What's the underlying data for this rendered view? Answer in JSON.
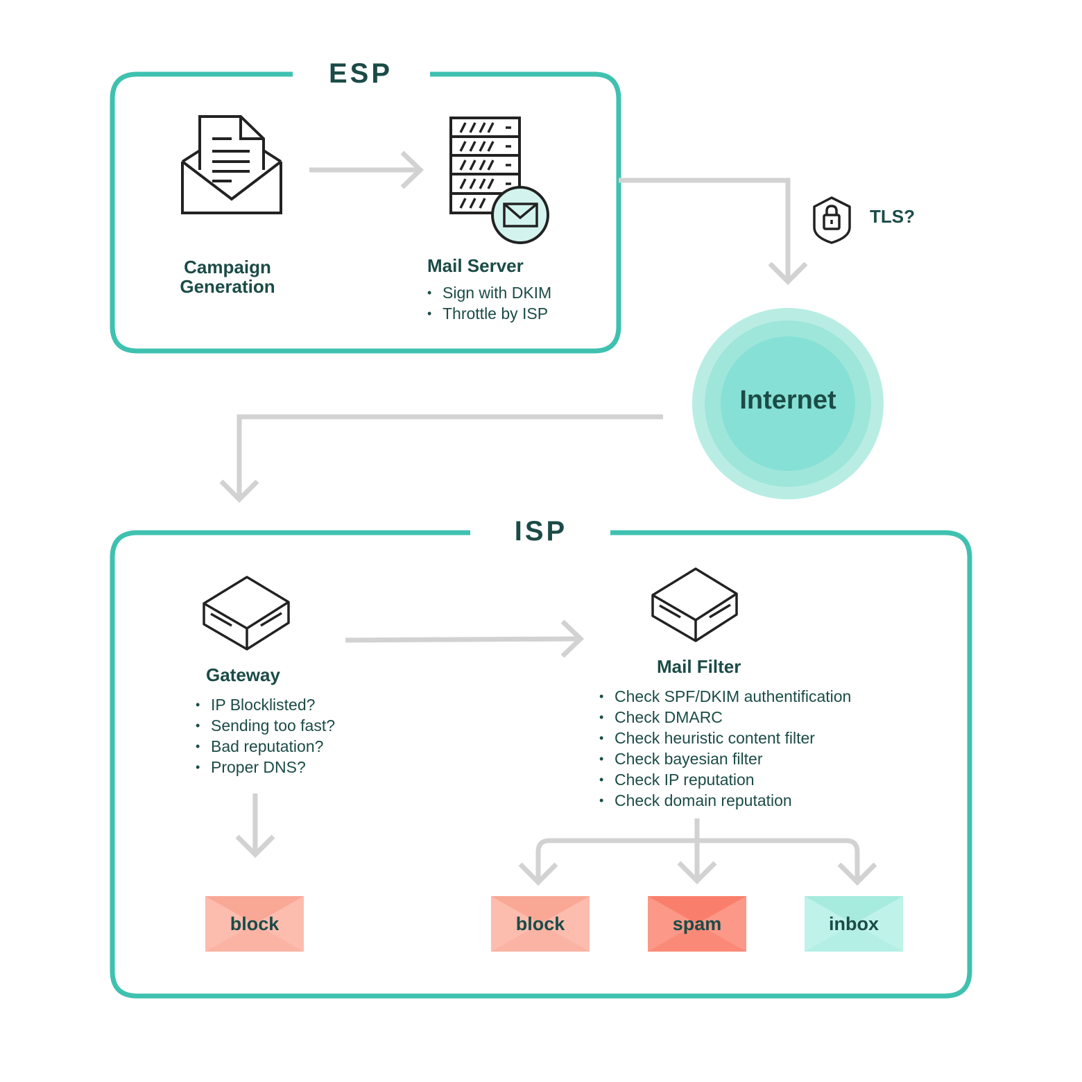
{
  "esp": {
    "heading": "ESP"
  },
  "isp": {
    "heading": "ISP"
  },
  "campaign": {
    "title": "Campaign Generation",
    "icon": "envelope-document-icon"
  },
  "mail_server": {
    "title": "Mail Server",
    "icon": "server-rack-mail-icon",
    "items": [
      "Sign with DKIM",
      "Throttle by ISP"
    ]
  },
  "tls": {
    "label": "TLS?",
    "icon": "shield-lock-icon"
  },
  "internet": {
    "label": "Internet"
  },
  "gateway": {
    "title": "Gateway",
    "icon": "gateway-box-icon",
    "items": [
      "IP Blocklisted?",
      "Sending too fast?",
      "Bad reputation?",
      "Proper DNS?"
    ]
  },
  "mail_filter": {
    "title": "Mail Filter",
    "icon": "filter-box-icon",
    "items": [
      "Check SPF/DKIM authentification",
      "Check DMARC",
      "Check heuristic content filter",
      "Check bayesian filter",
      "Check IP reputation",
      "Check domain reputation"
    ]
  },
  "outcomes": {
    "gateway_block": "block",
    "filter_block": "block",
    "filter_spam": "spam",
    "filter_inbox": "inbox"
  },
  "colors": {
    "frame": "#3fc1b0",
    "text": "#1b4b47",
    "arrow": "#d2d2d2",
    "internet": "#86e0d5",
    "block": "#fbb3a4",
    "spam": "#fa8a77",
    "inbox": "#b3efe4"
  }
}
